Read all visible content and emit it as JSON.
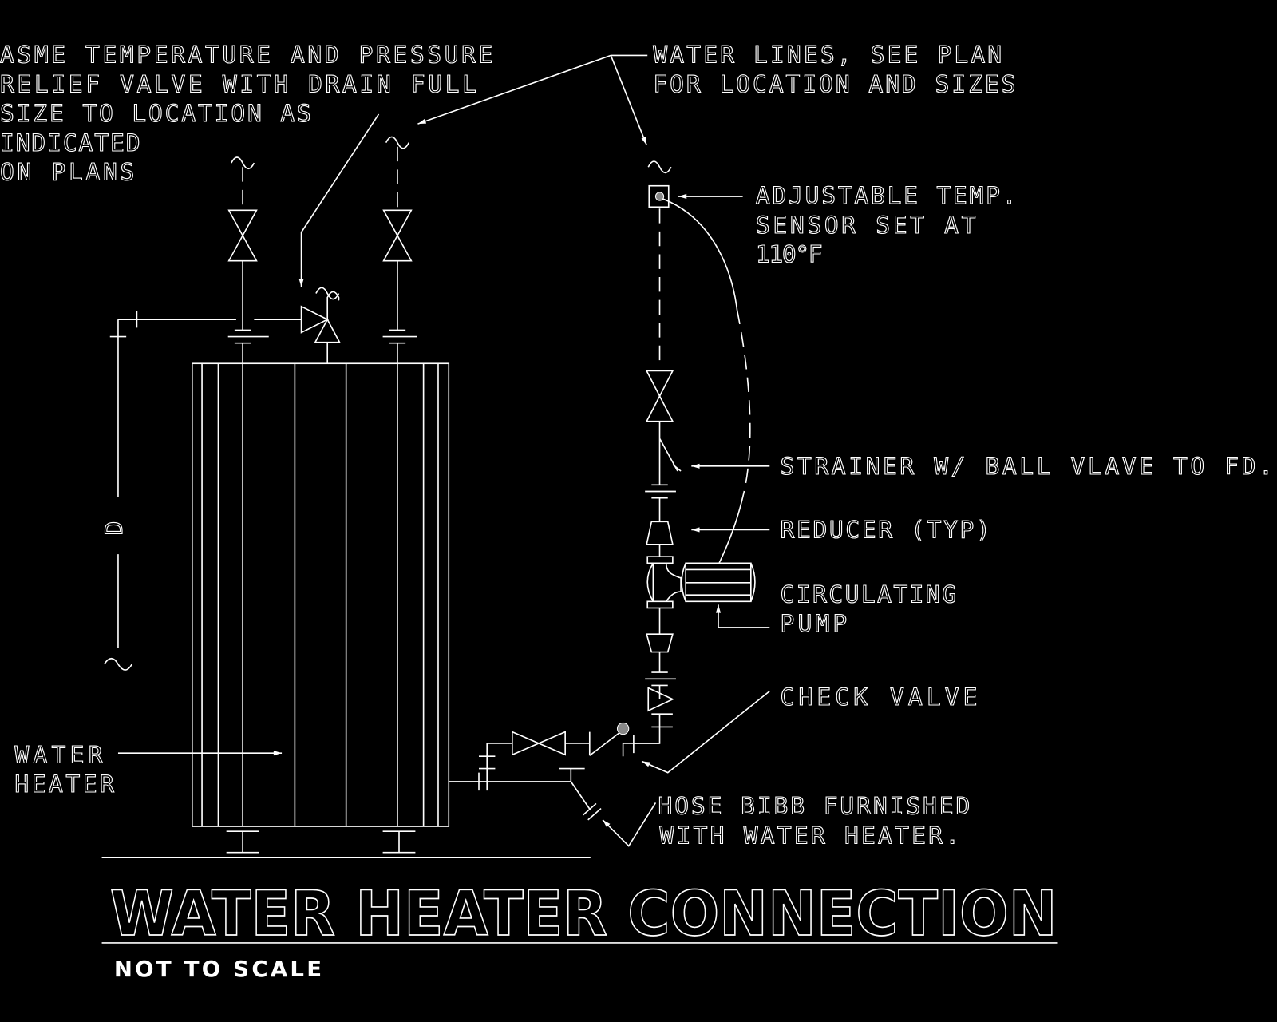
{
  "labels": {
    "relief_valve": [
      "ASME TEMPERATURE AND PRESSURE",
      "RELIEF VALVE WITH DRAIN FULL",
      "SIZE TO LOCATION AS",
      "INDICATED",
      "ON PLANS"
    ],
    "water_lines": [
      "WATER LINES, SEE PLAN",
      "FOR LOCATION AND SIZES"
    ],
    "temp_sensor": [
      "ADJUSTABLE TEMP.",
      "SENSOR SET AT",
      "110°F"
    ],
    "strainer": "STRAINER W/ BALL VLAVE TO FD.",
    "reducer": "REDUCER (TYP)",
    "pump": [
      "CIRCULATING",
      "PUMP"
    ],
    "check_valve": "CHECK VALVE",
    "hose_bibb": [
      "HOSE BIBB FURNISHED",
      "WITH WATER HEATER."
    ],
    "water_heater": [
      "WATER",
      "HEATER"
    ],
    "dimension": "D"
  },
  "title": "WATER HEATER CONNECTION",
  "subtitle": "NOT TO SCALE",
  "colors": {
    "background": "#000000",
    "linework": "#ffffff"
  }
}
